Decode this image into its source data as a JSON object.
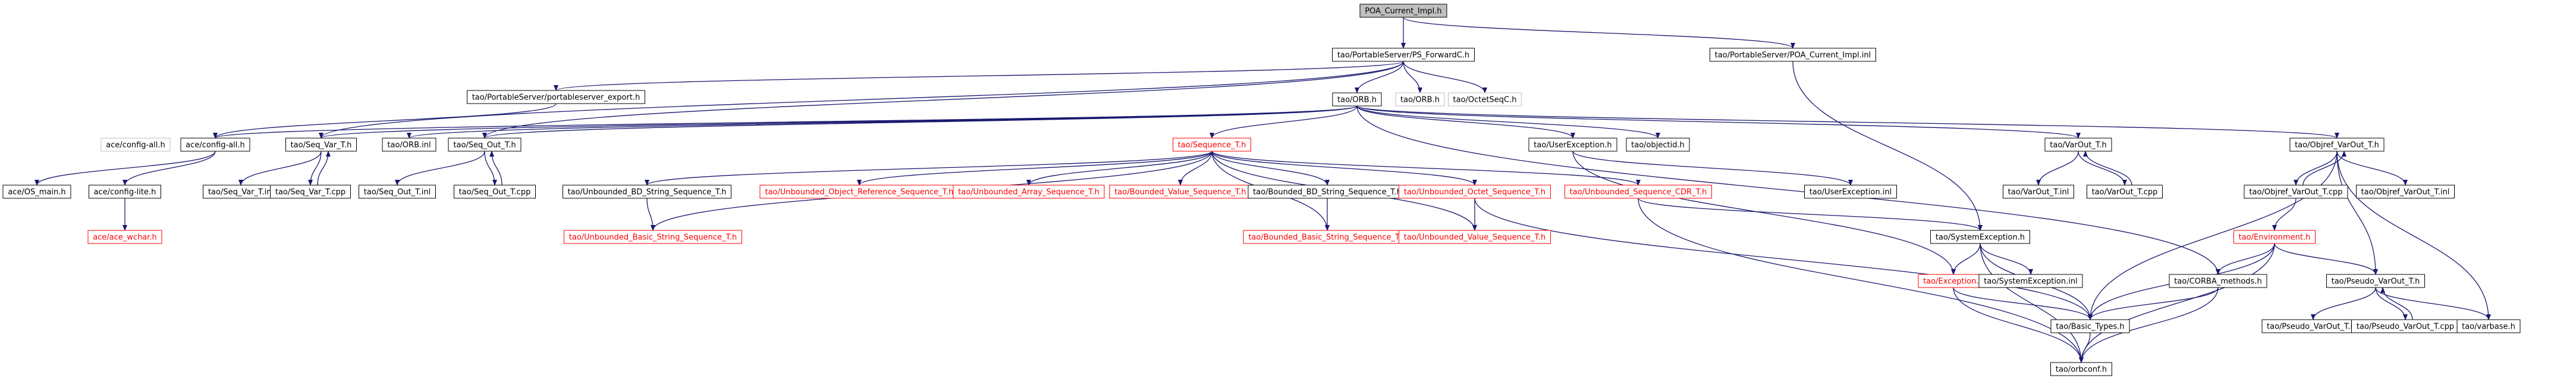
{
  "colors": {
    "edge": "#191970",
    "box_black": "#000000",
    "box_red": "#ff0000",
    "box_grey": "#bfbfbf",
    "root_fill": "#bfbfbf",
    "text": "#000000",
    "text_red": "#ff0000"
  },
  "nodes": [
    {
      "id": "root",
      "label": "POA_Current_Impl.h",
      "style": "root"
    },
    {
      "id": "psfwd",
      "label": "tao/PortableServer/PS_ForwardC.h",
      "style": "normal"
    },
    {
      "id": "poaimpl",
      "label": "tao/PortableServer/POA_Current_Impl.inl",
      "style": "normal"
    },
    {
      "id": "psexport",
      "label": "tao/PortableServer/portableserver_export.h",
      "style": "normal"
    },
    {
      "id": "orbh",
      "label": "tao/ORB.h",
      "style": "normal"
    },
    {
      "id": "orb2",
      "label": "tao/ORB.h",
      "style": "grey"
    },
    {
      "id": "octet",
      "label": "tao/OctetSeqC.h",
      "style": "grey"
    },
    {
      "id": "cfgall1",
      "label": "ace/config-all.h",
      "style": "grey"
    },
    {
      "id": "cfgall2",
      "label": "ace/config-all.h",
      "style": "normal"
    },
    {
      "id": "seqvar",
      "label": "tao/Seq_Var_T.h",
      "style": "normal"
    },
    {
      "id": "orbinl",
      "label": "tao/ORB.inl",
      "style": "normal"
    },
    {
      "id": "seqout",
      "label": "tao/Seq_Out_T.h",
      "style": "normal"
    },
    {
      "id": "seqT",
      "label": "tao/Sequence_T.h",
      "style": "red"
    },
    {
      "id": "userexc",
      "label": "tao/UserException.h",
      "style": "normal"
    },
    {
      "id": "objectid",
      "label": "tao/objectid.h",
      "style": "normal"
    },
    {
      "id": "varout",
      "label": "tao/VarOut_T.h",
      "style": "normal"
    },
    {
      "id": "objrefvar",
      "label": "tao/Objref_VarOut_T.h",
      "style": "normal"
    },
    {
      "id": "osmain",
      "label": "ace/OS_main.h",
      "style": "normal"
    },
    {
      "id": "cfglite",
      "label": "ace/config-lite.h",
      "style": "normal"
    },
    {
      "id": "acewchar",
      "label": "ace/ace_wchar.h",
      "style": "red"
    },
    {
      "id": "seqvarinl",
      "label": "tao/Seq_Var_T.inl",
      "style": "normal"
    },
    {
      "id": "seqvarcpp",
      "label": "tao/Seq_Var_T.cpp",
      "style": "normal"
    },
    {
      "id": "seqoutinl",
      "label": "tao/Seq_Out_T.inl",
      "style": "normal"
    },
    {
      "id": "seqoutcpp",
      "label": "tao/Seq_Out_T.cpp",
      "style": "normal"
    },
    {
      "id": "ubdstr",
      "label": "tao/Unbounded_BD_String_Sequence_T.h",
      "style": "normal"
    },
    {
      "id": "ubobj",
      "label": "tao/Unbounded_Object_Reference_Sequence_T.h",
      "style": "red"
    },
    {
      "id": "ubarr",
      "label": "tao/Unbounded_Array_Sequence_T.h",
      "style": "red"
    },
    {
      "id": "bval",
      "label": "tao/Bounded_Value_Sequence_T.h",
      "style": "red"
    },
    {
      "id": "bbdstr",
      "label": "tao/Bounded_BD_String_Sequence_T.h",
      "style": "normal"
    },
    {
      "id": "uboctet",
      "label": "tao/Unbounded_Octet_Sequence_T.h",
      "style": "red"
    },
    {
      "id": "ubcdr",
      "label": "tao/Unbounded_Sequence_CDR_T.h",
      "style": "red"
    },
    {
      "id": "userexcinl",
      "label": "tao/UserException.inl",
      "style": "normal"
    },
    {
      "id": "varoutinl",
      "label": "tao/VarOut_T.inl",
      "style": "normal"
    },
    {
      "id": "varoutcpp",
      "label": "tao/VarOut_T.cpp",
      "style": "normal"
    },
    {
      "id": "objrefcpp",
      "label": "tao/Objref_VarOut_T.cpp",
      "style": "normal"
    },
    {
      "id": "objrefinl",
      "label": "tao/Objref_VarOut_T.inl",
      "style": "normal"
    },
    {
      "id": "ubbasic",
      "label": "tao/Unbounded_Basic_String_Sequence_T.h",
      "style": "red"
    },
    {
      "id": "bbasic",
      "label": "tao/Bounded_Basic_String_Sequence_T.h",
      "style": "red"
    },
    {
      "id": "ubval",
      "label": "tao/Unbounded_Value_Sequence_T.h",
      "style": "red"
    },
    {
      "id": "sysexc",
      "label": "tao/SystemException.h",
      "style": "normal"
    },
    {
      "id": "env",
      "label": "tao/Environment.h",
      "style": "red"
    },
    {
      "id": "exch",
      "label": "tao/Exception.h",
      "style": "red"
    },
    {
      "id": "sysexcinl",
      "label": "tao/SystemException.inl",
      "style": "normal"
    },
    {
      "id": "corba",
      "label": "tao/CORBA_methods.h",
      "style": "normal"
    },
    {
      "id": "pseudo",
      "label": "tao/Pseudo_VarOut_T.h",
      "style": "normal"
    },
    {
      "id": "basic",
      "label": "tao/Basic_Types.h",
      "style": "normal"
    },
    {
      "id": "pseudoinl",
      "label": "tao/Pseudo_VarOut_T.inl",
      "style": "normal"
    },
    {
      "id": "pseudocpp",
      "label": "tao/Pseudo_VarOut_T.cpp",
      "style": "normal"
    },
    {
      "id": "varbase",
      "label": "tao/varbase.h",
      "style": "normal"
    },
    {
      "id": "orbconf",
      "label": "tao/orbconf.h",
      "style": "normal"
    }
  ],
  "edges": [
    [
      "root",
      "psfwd"
    ],
    [
      "root",
      "poaimpl"
    ],
    [
      "psfwd",
      "psexport"
    ],
    [
      "psfwd",
      "orbh"
    ],
    [
      "psfwd",
      "orb2"
    ],
    [
      "psfwd",
      "octet"
    ],
    [
      "psfwd",
      "seqvar"
    ],
    [
      "psfwd",
      "seqout"
    ],
    [
      "poaimpl",
      "sysexc"
    ],
    [
      "psexport",
      "cfgall2"
    ],
    [
      "orbh",
      "cfgall2"
    ],
    [
      "orbh",
      "seqvar"
    ],
    [
      "orbh",
      "orbinl"
    ],
    [
      "orbh",
      "seqout"
    ],
    [
      "orbh",
      "seqT"
    ],
    [
      "orbh",
      "userexc"
    ],
    [
      "orbh",
      "objectid"
    ],
    [
      "orbh",
      "varout"
    ],
    [
      "orbh",
      "objrefvar"
    ],
    [
      "orbh",
      "corba"
    ],
    [
      "cfgall2",
      "osmain"
    ],
    [
      "cfgall2",
      "cfglite"
    ],
    [
      "cfglite",
      "acewchar"
    ],
    [
      "seqvar",
      "seqvarinl"
    ],
    [
      "seqvar",
      "seqvarcpp"
    ],
    [
      "seqvarcpp",
      "seqvar"
    ],
    [
      "seqout",
      "seqoutinl"
    ],
    [
      "seqout",
      "seqoutcpp"
    ],
    [
      "seqoutcpp",
      "seqout"
    ],
    [
      "seqT",
      "ubdstr"
    ],
    [
      "seqT",
      "ubobj"
    ],
    [
      "seqT",
      "ubarr"
    ],
    [
      "seqT",
      "bval"
    ],
    [
      "seqT",
      "bbdstr"
    ],
    [
      "seqT",
      "uboctet"
    ],
    [
      "seqT",
      "ubcdr"
    ],
    [
      "seqT",
      "ubbasic"
    ],
    [
      "seqT",
      "bbasic"
    ],
    [
      "seqT",
      "ubval"
    ],
    [
      "ubdstr",
      "ubbasic"
    ],
    [
      "bbdstr",
      "bbasic"
    ],
    [
      "uboctet",
      "ubval"
    ],
    [
      "uboctet",
      "basic"
    ],
    [
      "ubcdr",
      "sysexc"
    ],
    [
      "ubcdr",
      "orbconf"
    ],
    [
      "userexc",
      "userexcinl"
    ],
    [
      "userexc",
      "exch"
    ],
    [
      "varout",
      "varoutinl"
    ],
    [
      "varout",
      "varoutcpp"
    ],
    [
      "varoutcpp",
      "varout"
    ],
    [
      "objrefvar",
      "objrefcpp"
    ],
    [
      "objrefvar",
      "objrefinl"
    ],
    [
      "objrefvar",
      "basic"
    ],
    [
      "objrefvar",
      "pseudo"
    ],
    [
      "objrefvar",
      "varbase"
    ],
    [
      "objrefcpp",
      "objrefvar"
    ],
    [
      "objrefcpp",
      "env"
    ],
    [
      "env",
      "corba"
    ],
    [
      "env",
      "basic"
    ],
    [
      "env",
      "pseudo"
    ],
    [
      "env",
      "orbconf"
    ],
    [
      "sysexc",
      "exch"
    ],
    [
      "sysexc",
      "sysexcinl"
    ],
    [
      "sysexc",
      "basic"
    ],
    [
      "sysexc",
      "orbconf"
    ],
    [
      "exch",
      "basic"
    ],
    [
      "exch",
      "orbconf"
    ],
    [
      "corba",
      "basic"
    ],
    [
      "corba",
      "orbconf"
    ],
    [
      "pseudo",
      "pseudoinl"
    ],
    [
      "pseudo",
      "pseudocpp"
    ],
    [
      "pseudo",
      "varbase"
    ],
    [
      "pseudocpp",
      "pseudo"
    ],
    [
      "basic",
      "orbconf"
    ]
  ]
}
